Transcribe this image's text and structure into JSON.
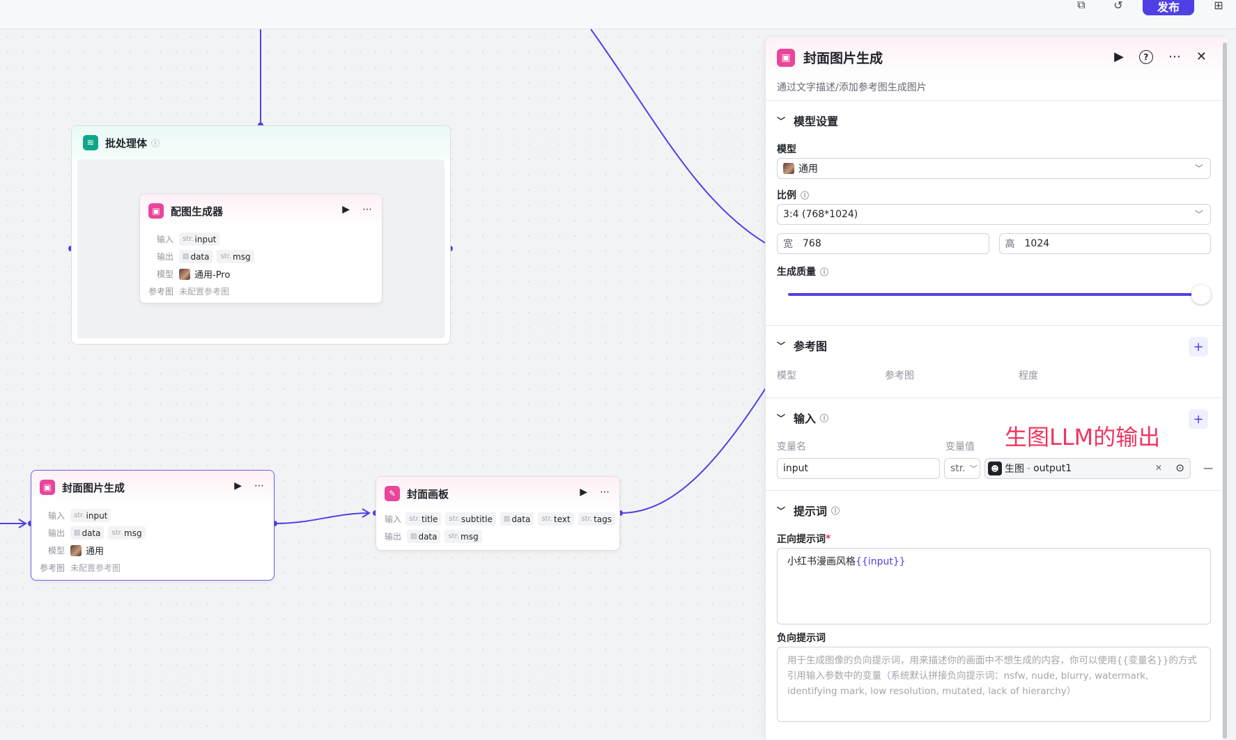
{
  "topbar": {
    "publish_label": "发布",
    "icons": [
      "copy-icon",
      "history-icon",
      "add-node-icon"
    ]
  },
  "group": {
    "title": "批处理体"
  },
  "nodes": {
    "image_gen_inner": {
      "title": "配图生成器",
      "input_label": "输入",
      "input_tag_type": "str.",
      "input_tag_name": "input",
      "output_label": "输出",
      "output_tag1_name": "data",
      "output_tag2_type": "str.",
      "output_tag2_name": "msg",
      "model_label": "模型",
      "model_value": "通用-Pro",
      "ref_label": "参考图",
      "ref_value": "未配置参考图"
    },
    "cover_gen": {
      "title": "封面图片生成",
      "input_label": "输入",
      "input_tag_type": "str.",
      "input_tag_name": "input",
      "output_label": "输出",
      "output_tag1_name": "data",
      "output_tag2_type": "str.",
      "output_tag2_name": "msg",
      "model_label": "模型",
      "model_value": "通用",
      "ref_label": "参考图",
      "ref_value": "未配置参考图"
    },
    "canvas_board": {
      "title": "封面画板",
      "input_label": "输入",
      "input_tags": [
        {
          "type": "str.",
          "name": "title"
        },
        {
          "type": "str.",
          "name": "subtitle"
        },
        {
          "type": "",
          "name": "data"
        },
        {
          "type": "str.",
          "name": "text"
        },
        {
          "type": "str.",
          "name": "tags"
        }
      ],
      "output_label": "输出",
      "output_tag1_name": "data",
      "output_tag2_type": "str.",
      "output_tag2_name": "msg"
    }
  },
  "panel": {
    "title": "封面图片生成",
    "description": "通过文字描述/添加参考图生成图片",
    "model_section": {
      "title": "模型设置",
      "model_label": "模型",
      "model_value": "通用",
      "ratio_label": "比例",
      "ratio_value": "3:4 (768*1024)",
      "width_label": "宽",
      "width_value": "768",
      "height_label": "高",
      "height_value": "1024",
      "quality_label": "生成质量",
      "quality_level": 1.0
    },
    "ref_section": {
      "title": "参考图",
      "col_model": "模型",
      "col_ref": "参考图",
      "col_degree": "程度"
    },
    "input_section": {
      "title": "输入",
      "col_name": "变量名",
      "col_value": "变量值",
      "var_name": "input",
      "var_type": "str.",
      "ref_node": "生图",
      "ref_sep": "-",
      "ref_var": "output1",
      "remove_label": "—"
    },
    "prompt_section": {
      "title": "提示词",
      "positive_label": "正向提示词",
      "required_mark": "*",
      "positive_text": "小红书漫画风格",
      "positive_var": "{{input}}",
      "negative_label": "负向提示词",
      "negative_placeholder": "用于生成图像的负向提示词，用来描述你的画面中不想生成的内容，你可以使用{{变量名}}的方式引用输入参数中的变量（系统默认拼接负向提示词：nsfw, nude, blurry, watermark, identifying mark, low resolution, mutated, lack of hierarchy）"
    }
  },
  "annotation": "生图LLM的输出",
  "colors": {
    "accent": "#4e40e5",
    "node_pink": "#e9459a",
    "group_teal": "#10a58b",
    "annotation_red": "#f0345f"
  }
}
